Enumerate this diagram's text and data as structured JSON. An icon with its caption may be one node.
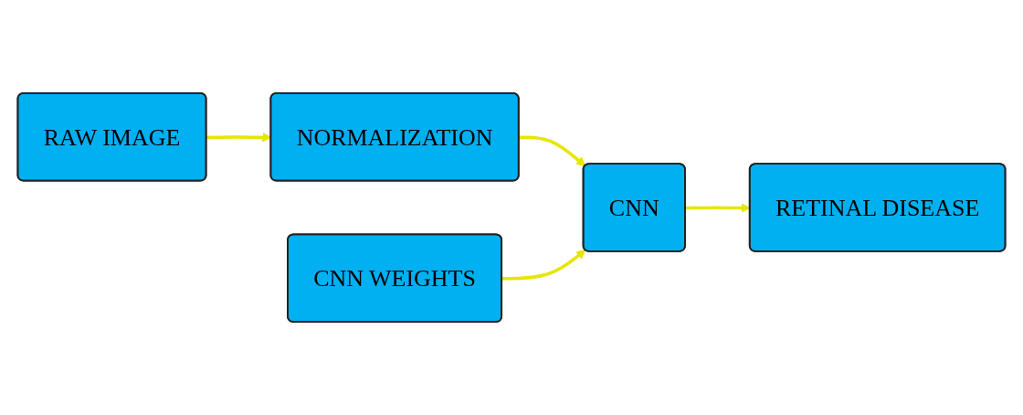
{
  "diagram": {
    "nodes": [
      {
        "text": [
          "CNN WEIGHTS"
        ]
      },
      {
        "text": [
          "RAW IMAGE"
        ]
      },
      {
        "text": [
          "NORMALIZATION"
        ]
      },
      {
        "text": [
          "CNN"
        ]
      },
      {
        "text": [
          "RETINAL DISEASE"
        ]
      }
    ],
    "edges": [
      {
        "from": 1,
        "to": 2,
        "arrow": "to"
      },
      {
        "from": 2,
        "to": 3,
        "arrow": "to"
      },
      {
        "from": 0,
        "to": 3,
        "arrow": "to"
      },
      {
        "from": 3,
        "to": 4,
        "arrow": "to"
      }
    ]
  }
}
